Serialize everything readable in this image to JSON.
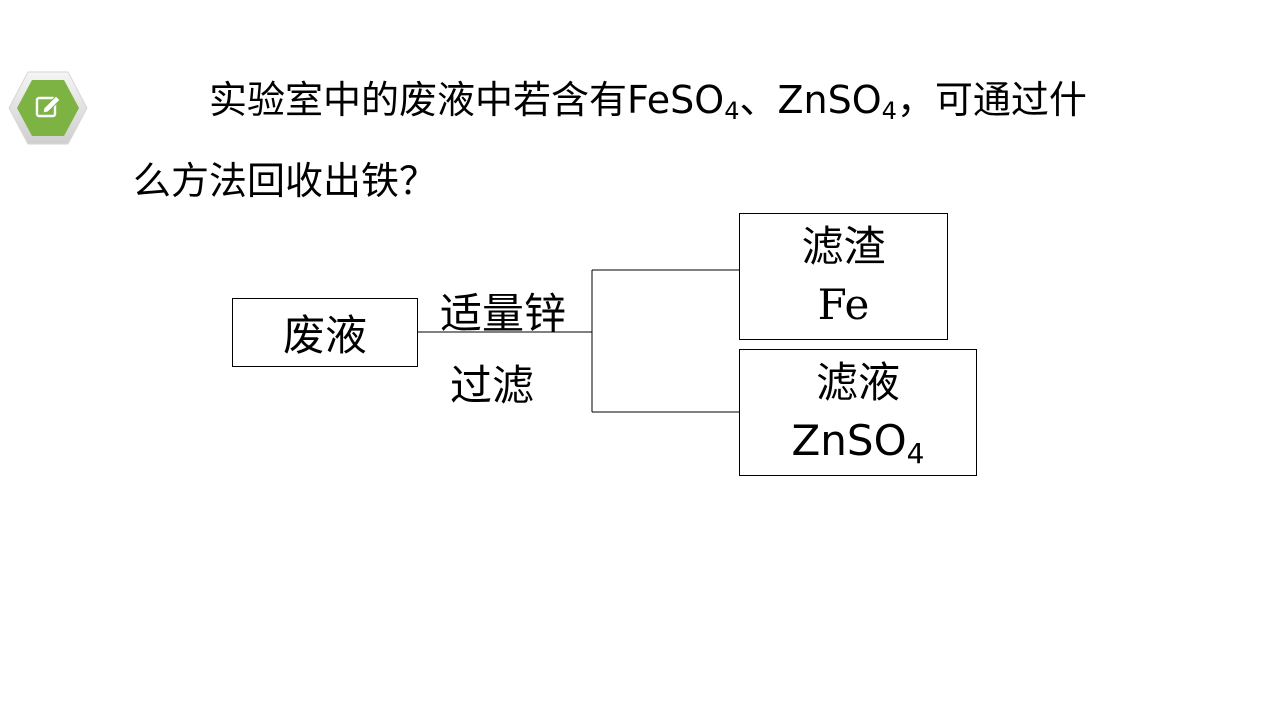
{
  "question": {
    "line1_pre": "实验室中的废液中若含有FeSO",
    "line1_sub1": "4",
    "line1_mid": "、ZnSO",
    "line1_sub2": "4",
    "line1_post": "，可通过什",
    "line2": "么方法回收出铁？"
  },
  "badge": {
    "icon": "edit-note-icon",
    "color_fill": "#7cb342",
    "color_ring": "#e0e0e0"
  },
  "flow": {
    "start_box": "废液",
    "reagent_label": "适量锌",
    "operation_label": "过滤",
    "residue": {
      "title": "滤渣",
      "content": "Fe"
    },
    "filtrate": {
      "title": "滤液",
      "formula_main": "ZnSO",
      "formula_sub": "4"
    }
  }
}
